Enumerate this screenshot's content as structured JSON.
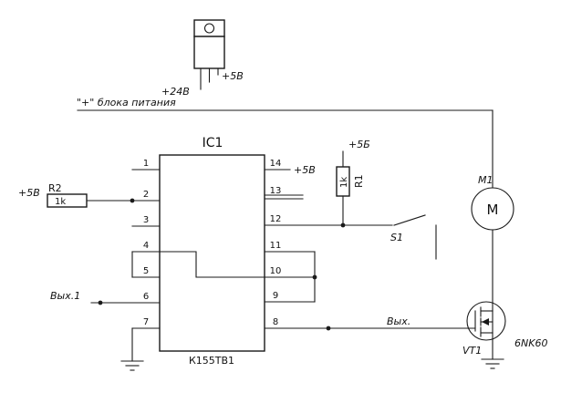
{
  "labels": {
    "rail": "\"+\" блока питания",
    "v24": "+24В",
    "v5_reg": "+5В",
    "v5_r2": "+5В",
    "v5_pin14": "+5В",
    "v5_r1": "+5Б",
    "ic_name": "IC1",
    "ic_part": "К155ТВ1",
    "r2_ref": "R2",
    "r2_val": "1k",
    "r1_ref": "R1",
    "r1_val": "1k",
    "out1": "Вых.1",
    "out": "Вых.",
    "s1": "S1",
    "m1": "M1",
    "vt1": "VT1",
    "vt1_part": "6NK60",
    "motor_symbol": "M"
  },
  "pins": {
    "left": [
      "1",
      "2",
      "3",
      "4",
      "5",
      "6",
      "7"
    ],
    "right": [
      "14",
      "13",
      "12",
      "11",
      "10",
      "9",
      "8"
    ]
  },
  "colors": {
    "line": "#1a1a1a",
    "background": "#ffffff"
  }
}
